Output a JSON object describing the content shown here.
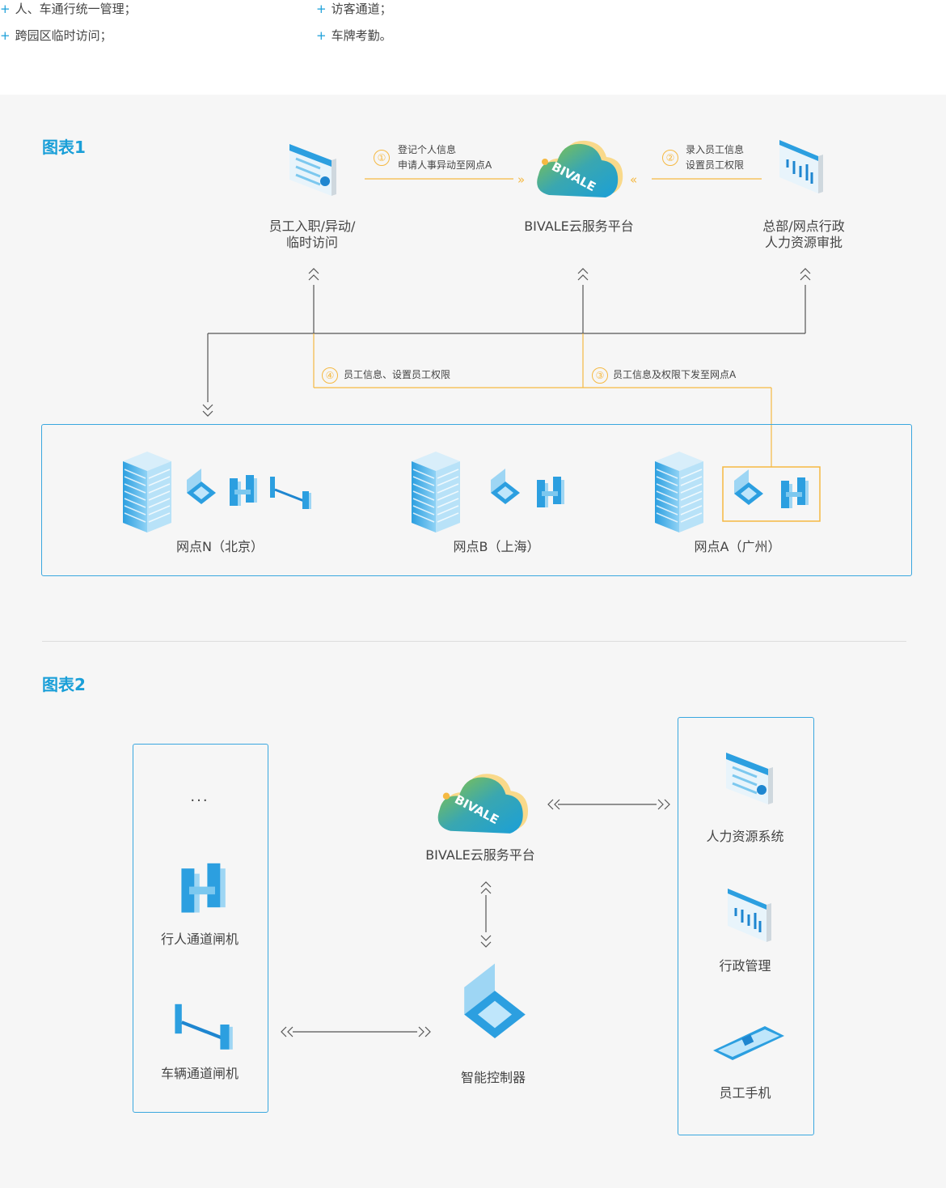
{
  "features": [
    "人、车通行统一管理；",
    "访客通道；",
    "跨园区临时访问；",
    "车牌考勤。"
  ],
  "fig1": {
    "title": "图表1",
    "nodes": {
      "employee": "员工入职/异动/\n临时访问",
      "cloud": "BIVALE云服务平台",
      "hq": "总部/网点行政\n人力资源审批"
    },
    "steps": [
      {
        "num": "①",
        "text": "登记个人信息\n申请人事异动至网点A"
      },
      {
        "num": "②",
        "text": "录入员工信息\n设置员工权限"
      },
      {
        "num": "③",
        "text": "员工信息及权限下发至网点A"
      },
      {
        "num": "④",
        "text": "员工信息、设置员工权限"
      }
    ],
    "sites": [
      "网点N（北京）",
      "网点B（上海）",
      "网点A（广州）"
    ]
  },
  "fig2": {
    "title": "图表2",
    "ellipsis": "···",
    "left": [
      "行人通道闸机",
      "车辆通道闸机"
    ],
    "cloud": "BIVALE云服务平台",
    "controller": "智能控制器",
    "right": [
      "人力资源系统",
      "行政管理",
      "员工手机"
    ]
  },
  "cloud_logo": "BIVALE",
  "colors": {
    "accent": "#1a9fd8",
    "orange": "#f5b942",
    "border": "#3aa7df",
    "background": "#f6f6f6"
  }
}
